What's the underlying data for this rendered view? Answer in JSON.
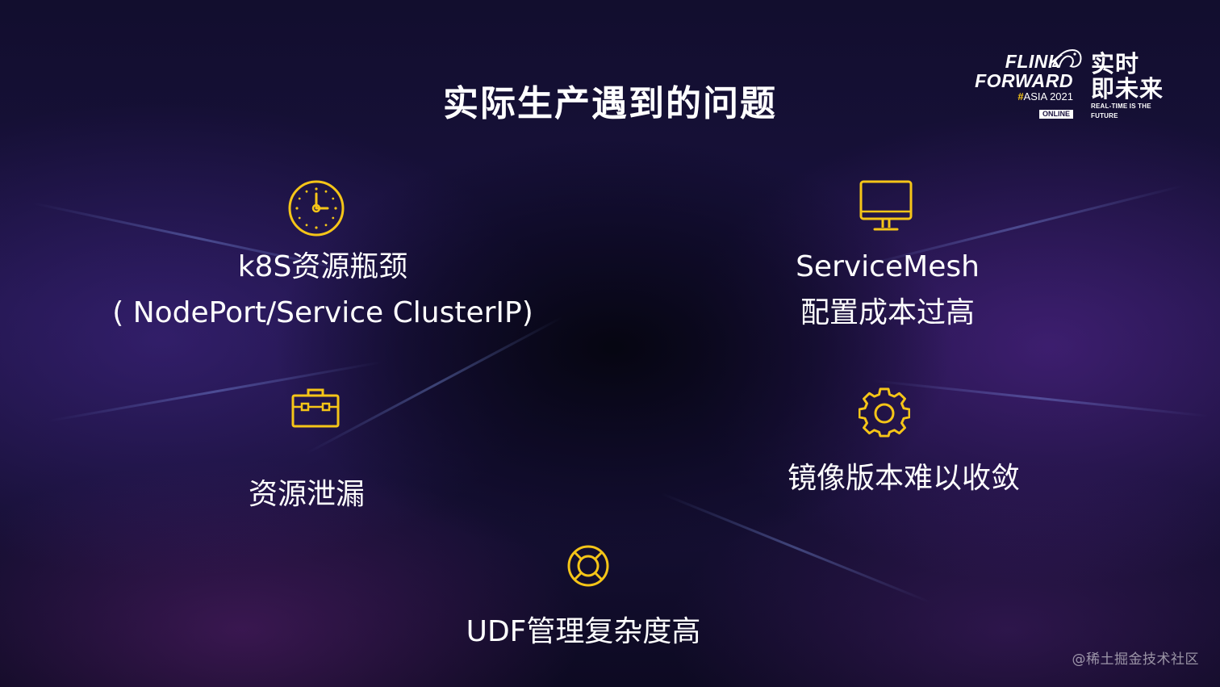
{
  "slide": {
    "title": "实际生产遇到的问题"
  },
  "brand": {
    "line1": "FLINK",
    "line2": "FORWARD",
    "asia_hash": "#",
    "asia_text": "ASIA 2021",
    "online": "ONLINE",
    "cn_line1": "实时",
    "cn_line2": "即未来",
    "tagline": "REAL-TIME IS THE FUTURE"
  },
  "items": [
    {
      "icon": "clock-icon",
      "line1": "k8S资源瓶颈",
      "line2": "( NodePort/Service ClusterIP)"
    },
    {
      "icon": "monitor-icon",
      "line1": "ServiceMesh",
      "line2": "配置成本过高"
    },
    {
      "icon": "toolbox-icon",
      "line1": "资源泄漏"
    },
    {
      "icon": "gear-icon",
      "line1": "镜像版本难以收敛"
    },
    {
      "icon": "lifebuoy-icon",
      "line1": "UDF管理复杂度高"
    }
  ],
  "colors": {
    "icon_accent": "#f5c518",
    "text": "#ffffff"
  },
  "watermark": "@稀土掘金技术社区"
}
